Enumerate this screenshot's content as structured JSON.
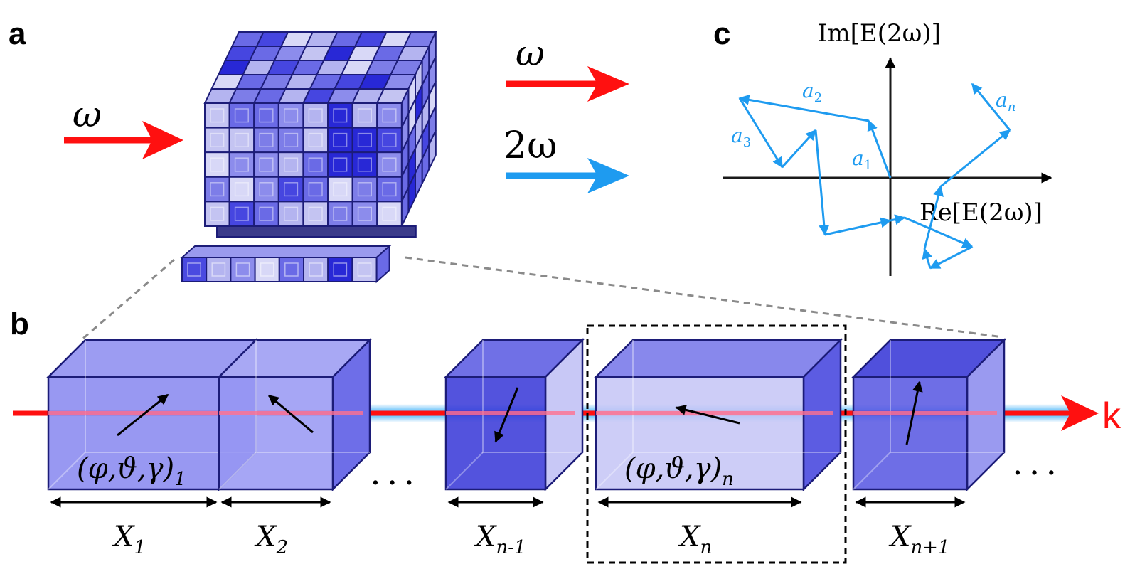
{
  "panels": {
    "a": "a",
    "b": "b",
    "c": "c"
  },
  "panel_a": {
    "input_label": "ω",
    "output_fundamental": "ω",
    "output_harmonic": "2ω"
  },
  "panel_b": {
    "blocks": [
      {
        "orient": "(φ,ϑ,γ)",
        "orient_sub": "1",
        "length": "X",
        "length_sub": "1"
      },
      {
        "length": "X",
        "length_sub": "2"
      },
      {
        "length": "X",
        "length_sub": "n-1"
      },
      {
        "orient": "(φ,ϑ,γ)",
        "orient_sub": "n",
        "length": "X",
        "length_sub": "n"
      },
      {
        "length": "X",
        "length_sub": "n+1"
      }
    ],
    "ellipsis": "· · ·",
    "wavevector": "k"
  },
  "panel_c": {
    "im_axis": "Im[E(2ω)]",
    "re_axis": "Re[E(2ω)]",
    "phasor_labels": [
      {
        "name": "a",
        "sub": "1"
      },
      {
        "name": "a",
        "sub": "2"
      },
      {
        "name": "a",
        "sub": "3"
      },
      {
        "name": "a",
        "sub": "n"
      }
    ]
  },
  "colors": {
    "fundamental": "#ff1010",
    "harmonic": "#1e9bf0",
    "crystal": "#5050e6",
    "crystal_edge": "#1c1c78"
  }
}
